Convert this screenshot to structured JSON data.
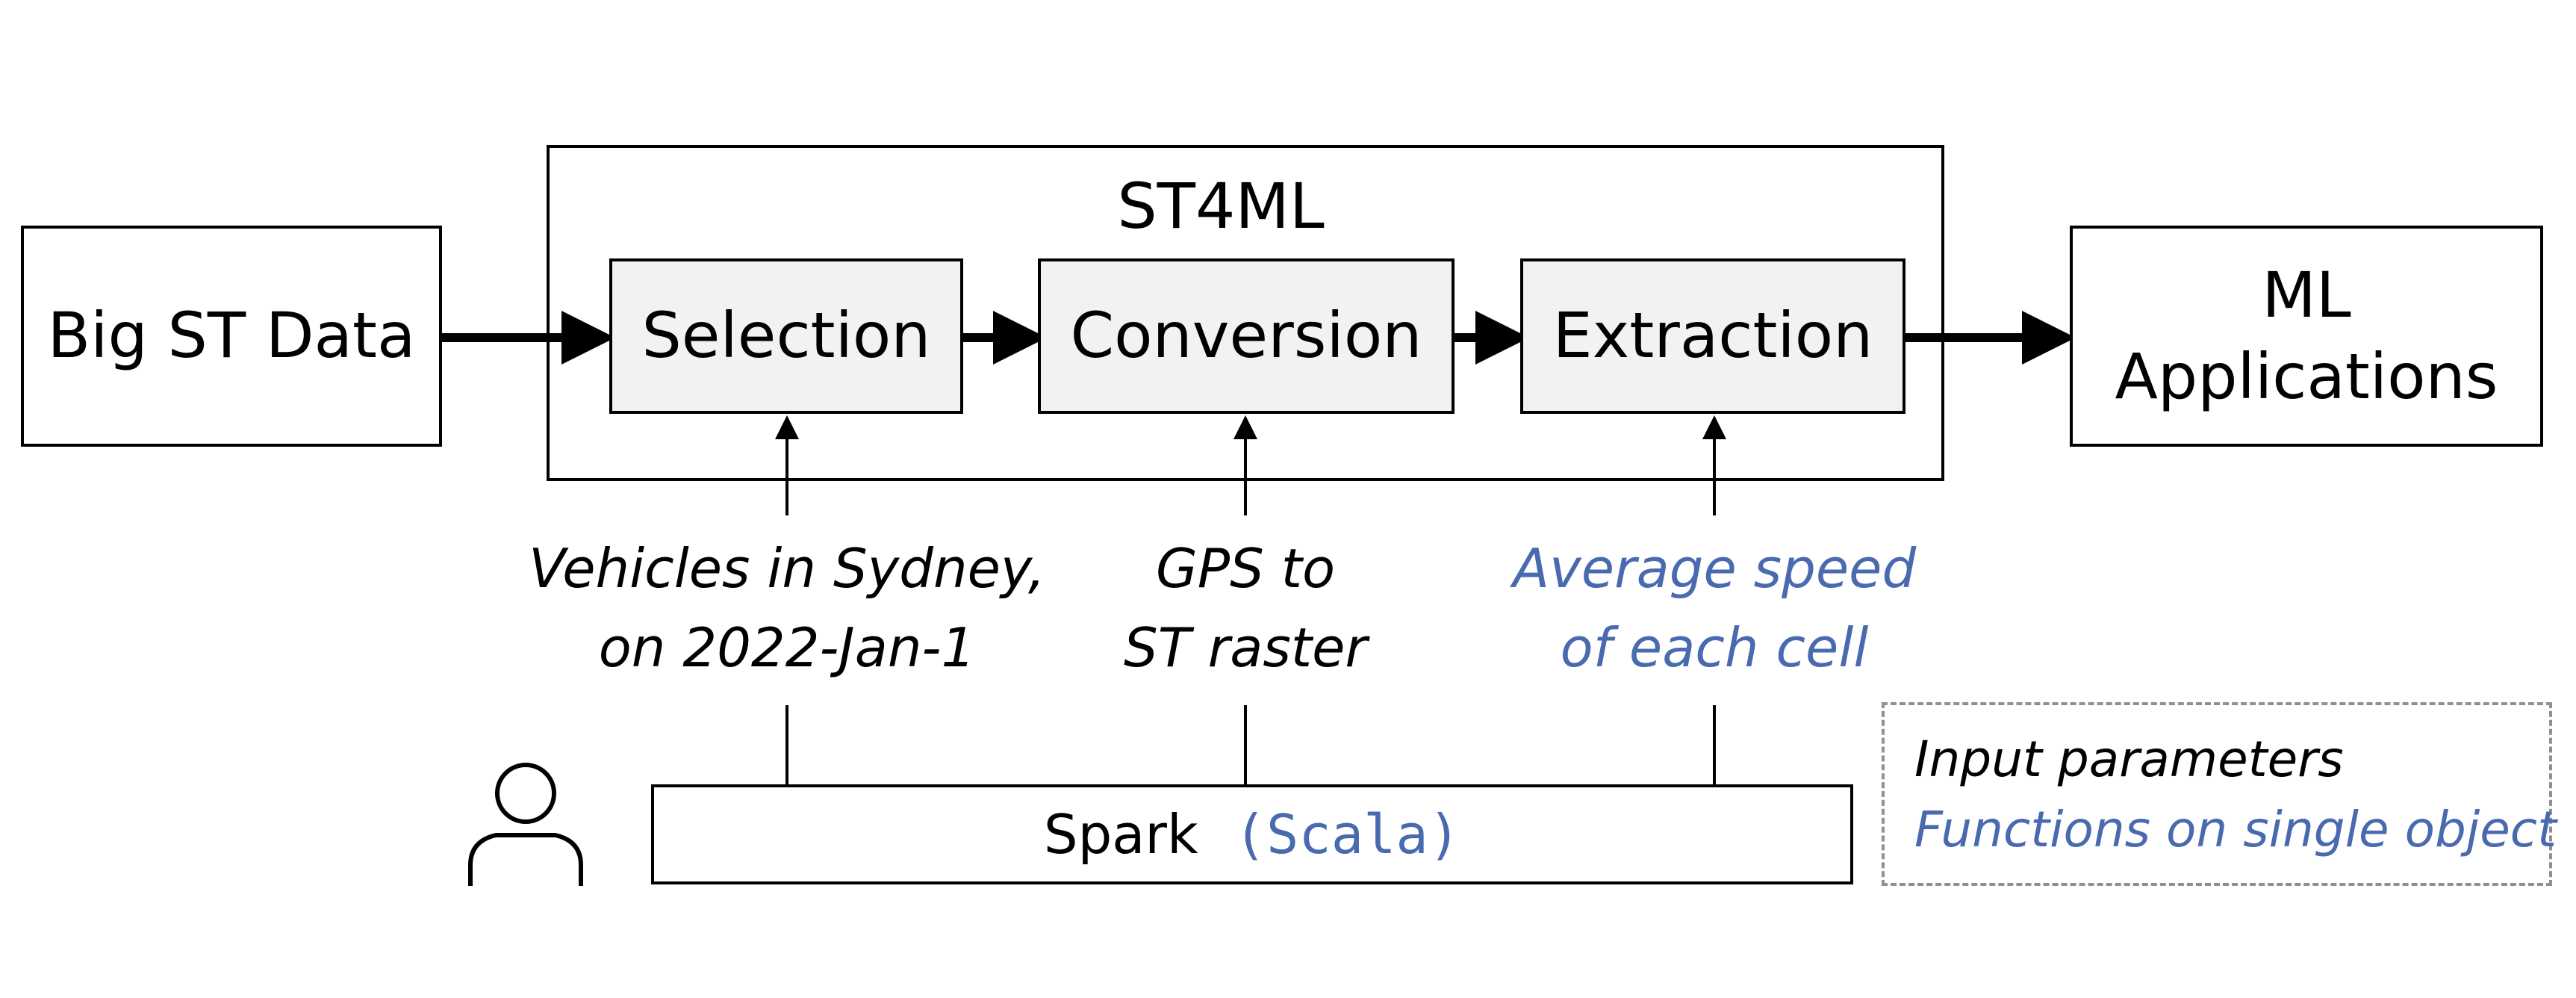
{
  "input_box": {
    "label": "Big ST Data"
  },
  "system": {
    "title": "ST4ML",
    "stages": [
      {
        "label": "Selection"
      },
      {
        "label": "Conversion"
      },
      {
        "label": "Extraction"
      }
    ]
  },
  "output_box": {
    "line1": "ML",
    "line2": "Applications"
  },
  "parameters": [
    {
      "line1": "Vehicles in Sydney,",
      "line2": "on 2022-Jan-1",
      "kind": "input"
    },
    {
      "line1": "GPS to",
      "line2": "ST raster",
      "kind": "input"
    },
    {
      "line1": "Average speed",
      "line2": "of each cell",
      "kind": "function"
    }
  ],
  "spark_bar": {
    "label": "Spark",
    "code_label": "(Scala)"
  },
  "legend": {
    "input_label": "Input parameters",
    "function_label": "Functions on single object"
  },
  "icons": {
    "user": "user-icon"
  },
  "colors": {
    "function_blue": "#4a6ab0",
    "stage_fill": "#f2f2f2",
    "legend_border": "#909090"
  }
}
